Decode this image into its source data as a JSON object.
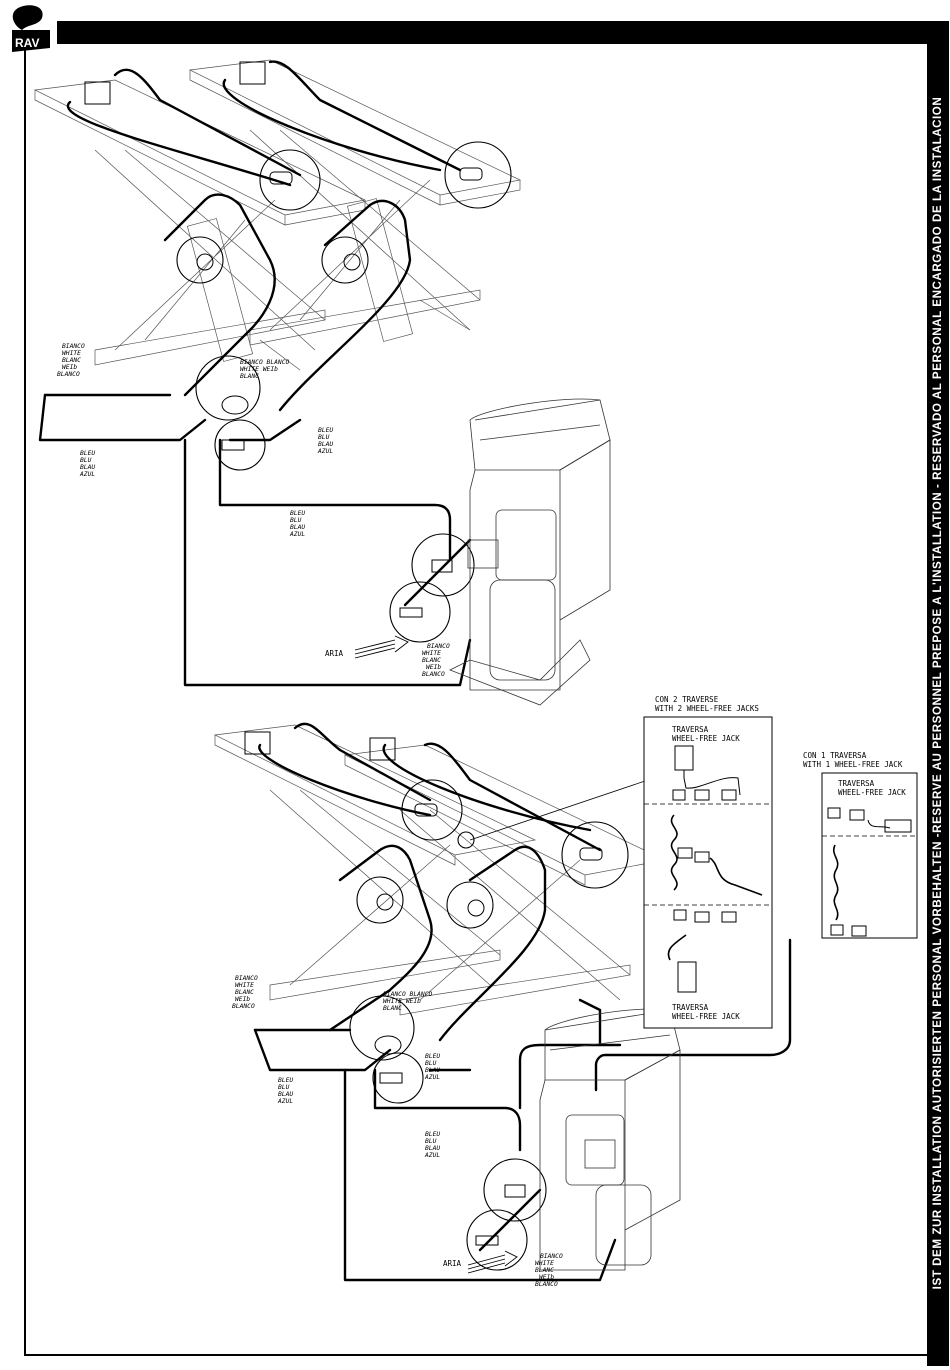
{
  "sidebar": {
    "text": "IST DEM ZUR INSTALLATION AUTORISIERTEN PERSONAL VORBEHALTEN -RESERVE AU PERSONNEL PREPOSE A L'INSTALLATION - RESERVADO AL PERSONAL ENCARGADO DE LA INSTALACION"
  },
  "logo": {
    "text": "RAV"
  },
  "diagram_top": {
    "white_label_left": [
      "BIANCO",
      "WHITE",
      "BLANC",
      "WEIb",
      "BLANCO"
    ],
    "white_label_mid": [
      "BIANCO  BLANCO",
      "WHITE   WEIb",
      "BLANC"
    ],
    "blue_label_right": [
      "BLEU",
      "BLU",
      "BLAU",
      "AZUL"
    ],
    "blue_label_left": [
      "BLEU",
      "BLU",
      "BLAU",
      "AZUL"
    ],
    "blue_label_center": [
      "BLEU",
      "BLU",
      "BLAU",
      "AZUL"
    ],
    "air_label": "ARIA",
    "white_label_pump": [
      "BIANCO",
      "WHITE",
      "BLANC",
      "WEIb",
      "BLANCO"
    ]
  },
  "diagram_bottom": {
    "white_label_left": [
      "BIANCO",
      "WHITE",
      "BLANC",
      "WEIb",
      "BLANCO"
    ],
    "white_label_mid": [
      "BIANCO  BLANCO",
      "WHITE   WEIb",
      "BLANC"
    ],
    "blue_label_right": [
      "BLEU",
      "BLU",
      "BLAU",
      "AZUL"
    ],
    "blue_label_left": [
      "BLEU",
      "BLU",
      "BLAU",
      "AZUL"
    ],
    "blue_label_center": [
      "BLEU",
      "BLU",
      "BLAU",
      "AZUL"
    ],
    "air_label": "ARIA",
    "white_label_pump": [
      "BIANCO",
      "WHITE",
      "BLANC",
      "WEIb",
      "BLANCO"
    ]
  },
  "inset_two": {
    "heading": [
      "CON 2 TRAVERSE",
      "WITH 2 WHEEL-FREE JACKS"
    ],
    "top_label": [
      "TRAVERSA",
      "WHEEL-FREE JACK"
    ],
    "bottom_label": [
      "TRAVERSA",
      "WHEEL-FREE JACK"
    ]
  },
  "inset_one": {
    "heading": [
      "CON 1 TRAVERSA",
      "WITH 1 WHEEL-FREE JACK"
    ],
    "top_label": [
      "TRAVERSA",
      "WHEEL-FREE JACK"
    ]
  }
}
